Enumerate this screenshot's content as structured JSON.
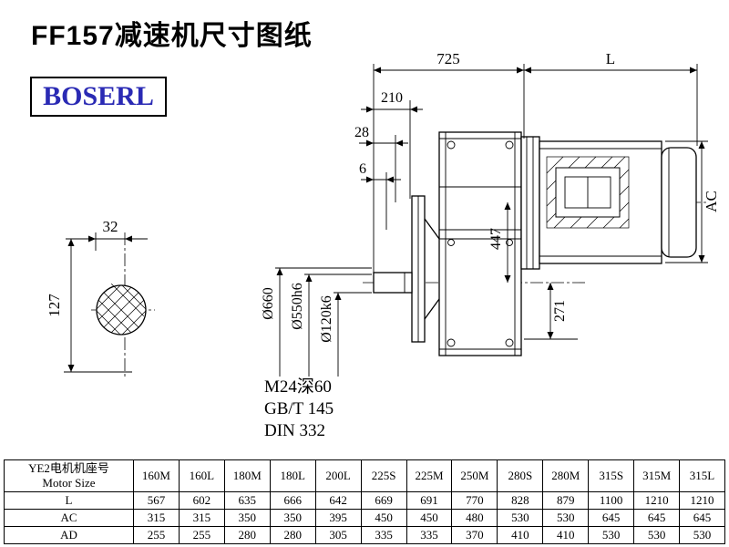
{
  "page": {
    "title": "FF157减速机尺寸图纸",
    "brand": "BOSERL",
    "brand_color": "#2a2ab4",
    "line_color": "#000000"
  },
  "drawing": {
    "dims": {
      "d725": "725",
      "dL": "L",
      "d210": "210",
      "d28": "28",
      "d6": "6",
      "d32": "32",
      "d127": "127",
      "d447": "447",
      "d271": "271",
      "dAC": "AC",
      "dia660": "Ø660",
      "dia550": "Ø550h6",
      "dia120": "Ø120k6"
    },
    "notes": [
      "M24深60",
      "GB/T 145",
      "DIN 332"
    ]
  },
  "table": {
    "header_cn": "YE2电机机座号",
    "header_en": "Motor Size",
    "columns": [
      "160M",
      "160L",
      "180M",
      "180L",
      "200L",
      "225S",
      "225M",
      "250M",
      "280S",
      "280M",
      "315S",
      "315M",
      "315L"
    ],
    "rows": [
      {
        "label": "L",
        "values": [
          "567",
          "602",
          "635",
          "666",
          "642",
          "669",
          "691",
          "770",
          "828",
          "879",
          "1100",
          "1210",
          "1210"
        ]
      },
      {
        "label": "AC",
        "values": [
          "315",
          "315",
          "350",
          "350",
          "395",
          "450",
          "450",
          "480",
          "530",
          "530",
          "645",
          "645",
          "645"
        ]
      },
      {
        "label": "AD",
        "values": [
          "255",
          "255",
          "280",
          "280",
          "305",
          "335",
          "335",
          "370",
          "410",
          "410",
          "530",
          "530",
          "530"
        ]
      }
    ]
  }
}
